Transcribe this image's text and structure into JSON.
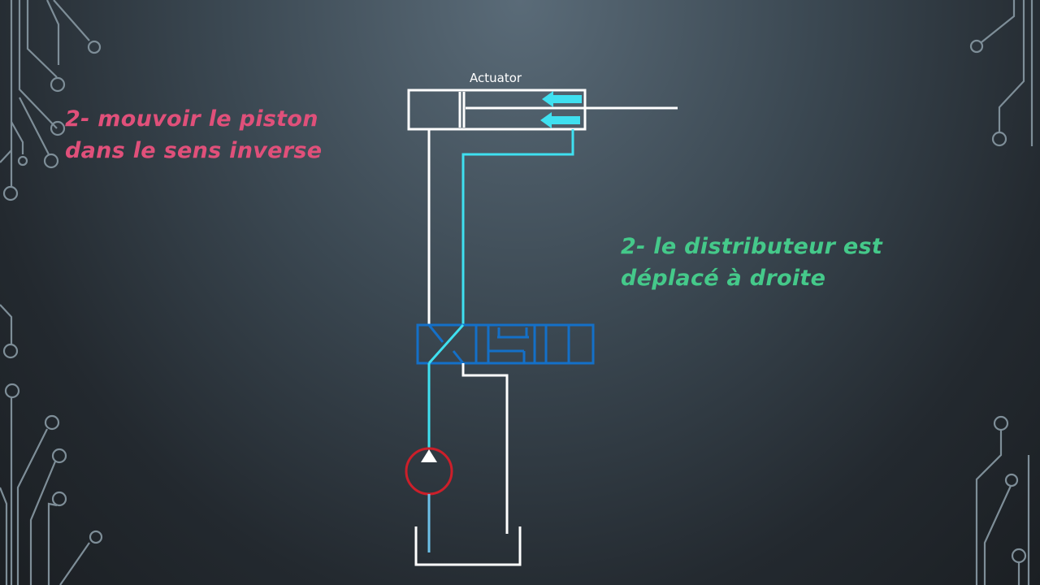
{
  "slide": {
    "left_note": {
      "line1": "2- mouvoir le piston",
      "line2": "dans le sens inverse",
      "color": "#e0507a"
    },
    "right_note": {
      "line1": "2- le distributeur est",
      "line2": "déplacé à droite",
      "color": "#45c98a"
    }
  },
  "diagram": {
    "actuator_label": "Actuator",
    "colors": {
      "pressure_line": "#3fe0f0",
      "return_line": "#ffffff",
      "valve": "#1470c8",
      "pump": "#cc1f2a",
      "arrow": "#3fe0f0"
    },
    "icons": {
      "actuator": "double-acting-cylinder",
      "valve": "directional-control-valve",
      "pump": "hydraulic-pump",
      "tank": "reservoir-tank",
      "flow_arrows": "left-arrow"
    }
  },
  "decoration": {
    "circuit_color": "#7e8e98"
  }
}
